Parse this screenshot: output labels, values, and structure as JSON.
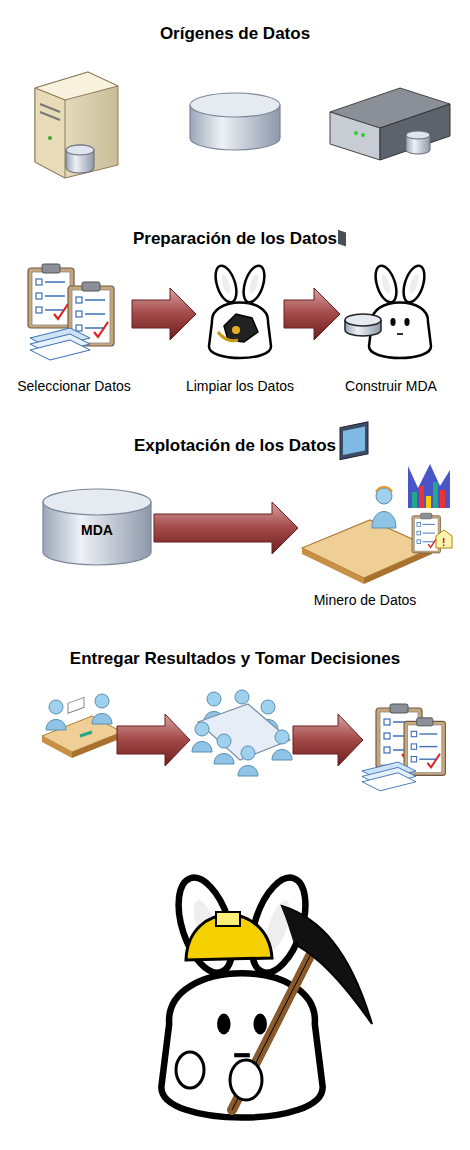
{
  "diagram": {
    "nodes": [
      {
        "text": [
          "Seleccionar Datos"
        ]
      },
      {
        "text": [
          "Limpiar los Datos"
        ]
      },
      {
        "text": [
          "Construir MDA"
        ]
      },
      {
        "text": [
          "MDA"
        ]
      },
      {
        "text": [
          "Minero de Datos"
        ]
      }
    ],
    "edges": [
      {
        "from": 0,
        "to": 1,
        "arrow": "to"
      },
      {
        "from": 1,
        "to": 2,
        "arrow": "to"
      },
      {
        "from": 3,
        "to": 4,
        "arrow": "to"
      }
    ],
    "labels": [
      "Orígenes de Datos",
      "Preparación de los Datos",
      "Explotación de los Datos",
      "Entregar Resultados y Tomar Decisiones"
    ]
  }
}
